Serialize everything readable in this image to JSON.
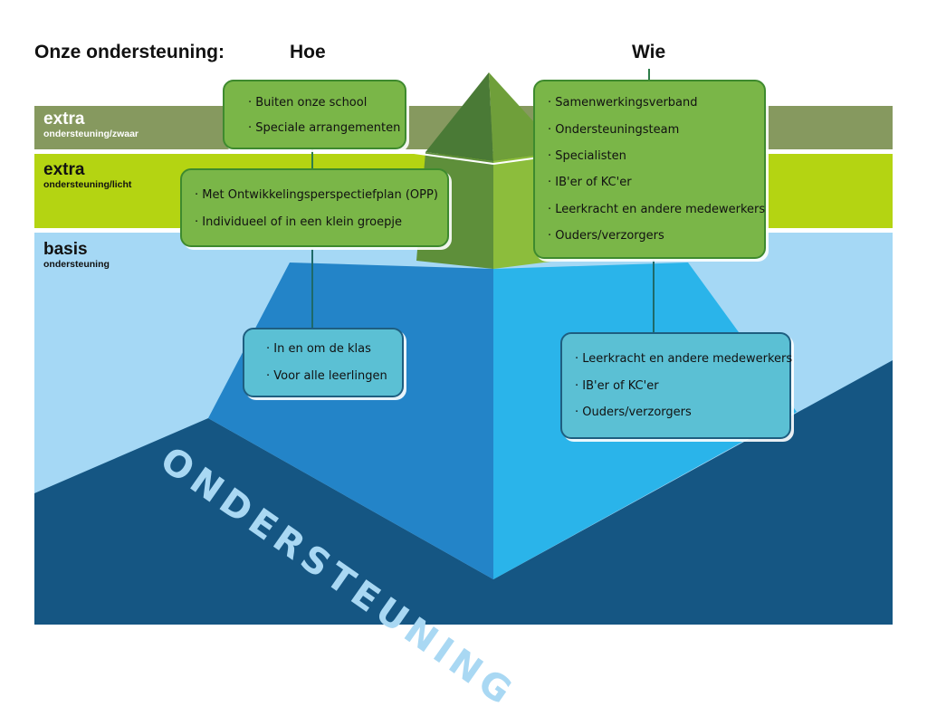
{
  "header": {
    "main_title": "Onze ondersteuning:",
    "col_hoe": "Hoe",
    "col_wie": "Wie"
  },
  "bands": {
    "zwaar": {
      "big": "extra",
      "small": "ondersteuning/zwaar"
    },
    "licht": {
      "big": "extra",
      "small": "ondersteuning/licht"
    },
    "basis": {
      "big": "basis",
      "small": "ondersteuning"
    }
  },
  "boxes": {
    "hoe_zwaar": [
      "Buiten onze school",
      "Speciale arrangementen"
    ],
    "hoe_licht": [
      "Met Ontwikkelingsperspectiefplan (OPP)",
      "Individueel of in een klein groepje"
    ],
    "hoe_basis": [
      "In en om de klas",
      "Voor alle leerlingen"
    ],
    "wie_extra": [
      "Samenwerkingsverband",
      "Ondersteuningsteam",
      "Specialisten",
      "IB'er of KC'er",
      "Leerkracht en andere medewerkers",
      "Ouders/verzorgers"
    ],
    "wie_basis": [
      "Leerkracht en andere medewerkers",
      "IB'er of KC'er",
      "Ouders/verzorgers"
    ]
  },
  "watermark": "ONDERSTEUNING",
  "colors": {
    "band_zwaar": "#86995f",
    "band_licht": "#b4d412",
    "band_basis": "#a5d8f5",
    "ground": "#155683",
    "pyramid_left": "#2384c8",
    "pyramid_right": "#2ab4ea",
    "box_green": "#7ab648",
    "box_blue": "#5bc0d4"
  }
}
